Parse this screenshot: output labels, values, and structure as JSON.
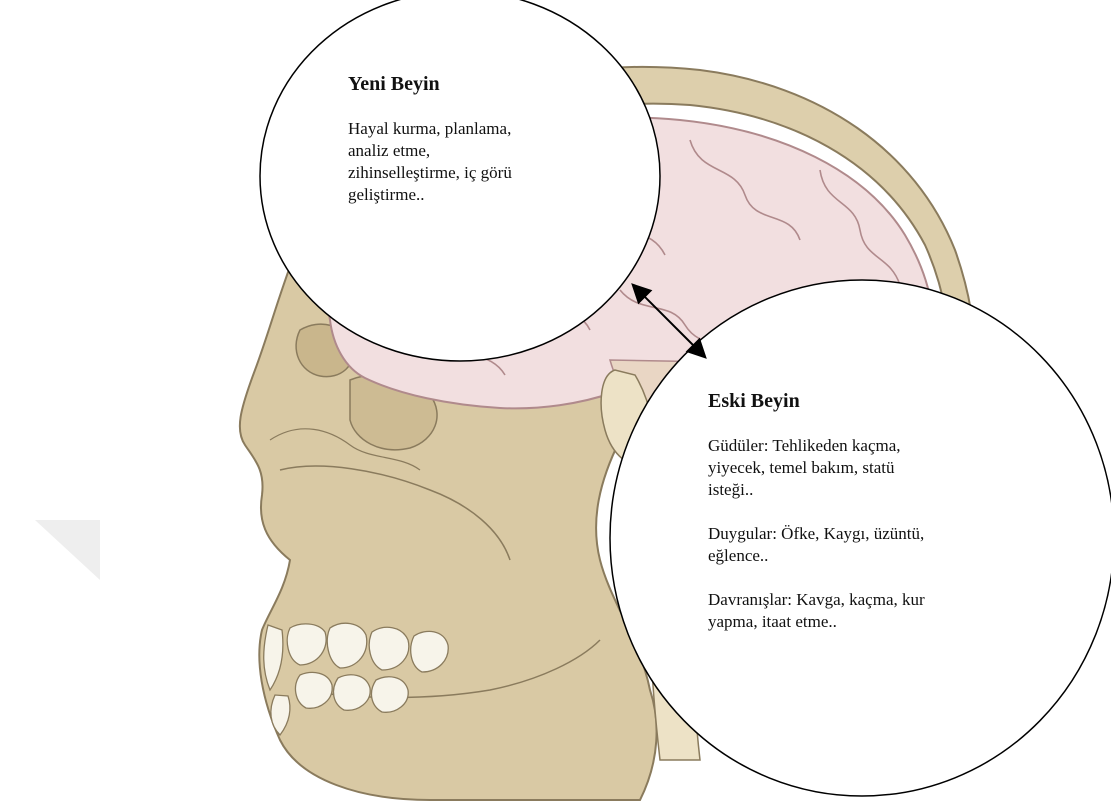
{
  "new_brain": {
    "title": "Yeni Beyin",
    "lines": [
      "Hayal kurma, planlama,",
      "analiz etme,",
      "zihinselleştirme, iç görü",
      "geliştirme.."
    ]
  },
  "old_brain": {
    "title": "Eski Beyin",
    "drives": [
      "Güdüler: Tehlikeden kaçma,",
      "yiyecek, temel bakım, statü",
      "isteği.."
    ],
    "emotions": [
      "Duygular: Öfke, Kaygı, üzüntü,",
      "eğlence.."
    ],
    "behaviors": [
      "Davranışlar: Kavga, kaçma, kur",
      "yapma, itaat etme.."
    ]
  },
  "colors": {
    "skull": "#d9c9a4",
    "skull_outline": "#8a7b5d",
    "brain": "#f2dfe0",
    "brain_outline": "#b08a8c",
    "bone_light": "#ede2c6",
    "teeth": "#f7f4ea"
  }
}
